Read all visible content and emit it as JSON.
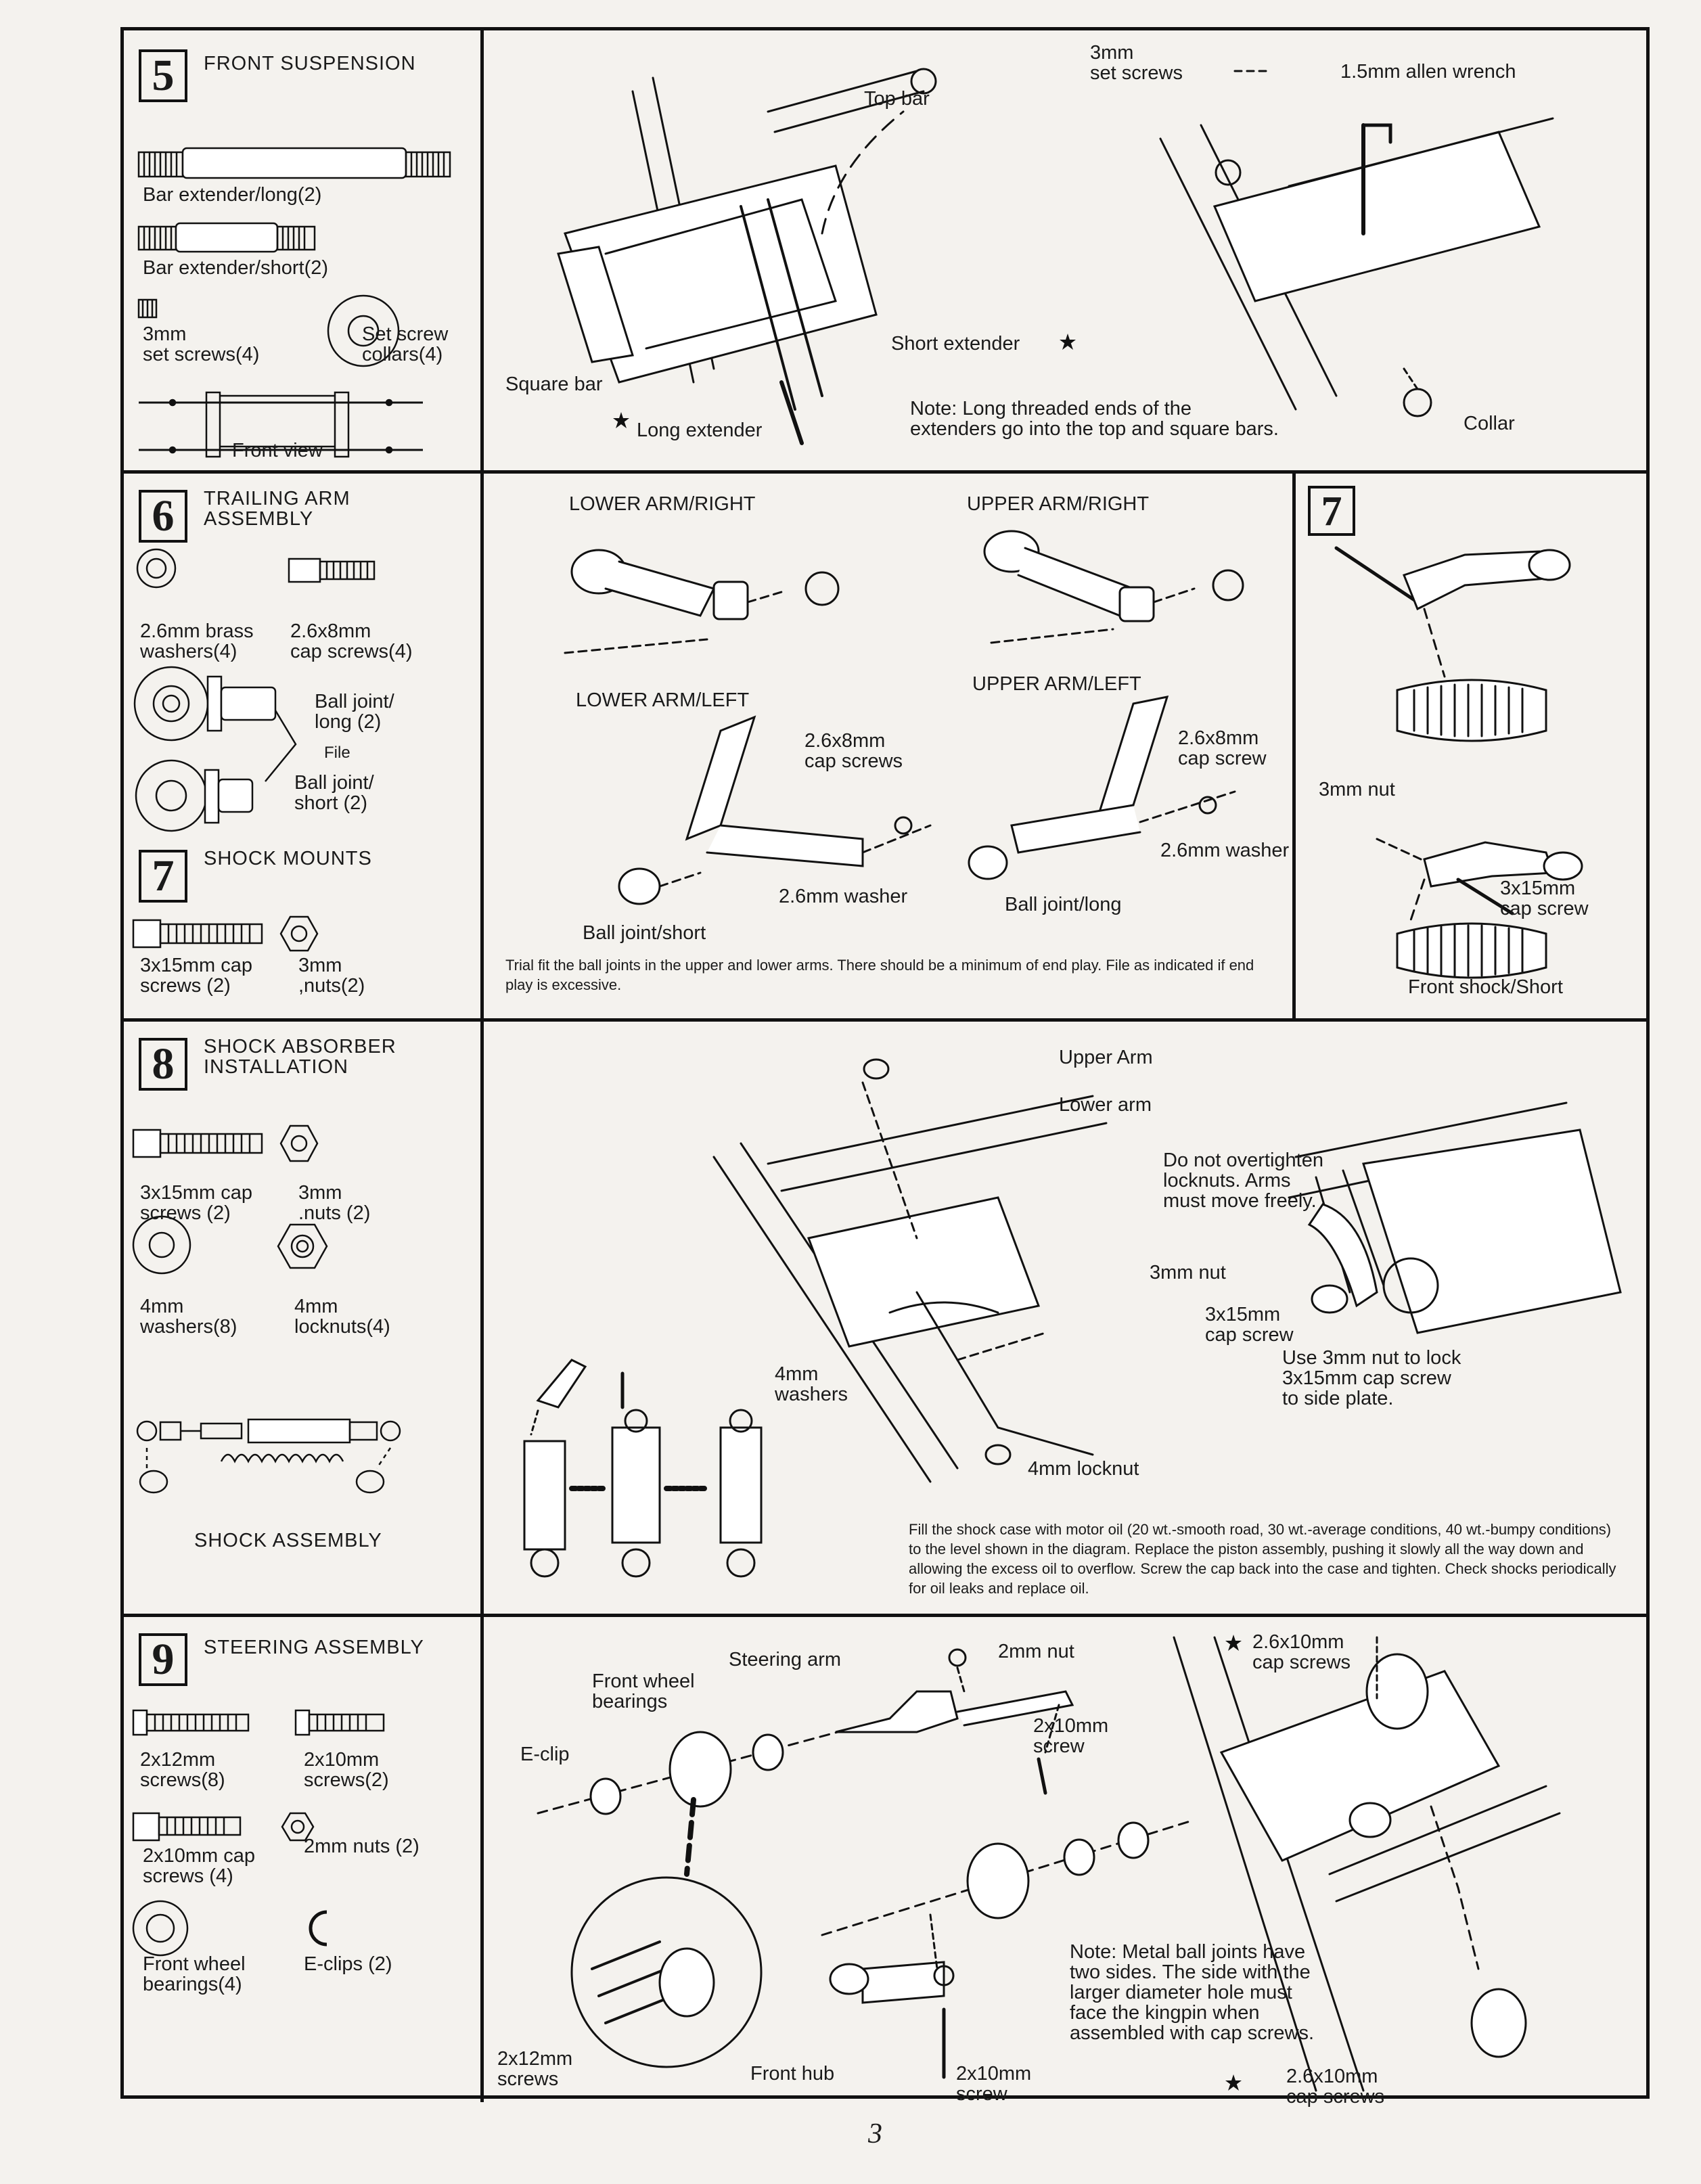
{
  "page_number": "3",
  "step5": {
    "number": "5",
    "title": "FRONT SUSPENSION",
    "parts": {
      "bar_long": "Bar extender/long(2)",
      "bar_short": "Bar extender/short(2)",
      "set_screws": "3mm\nset screws(4)",
      "collars": "Set screw\ncollars(4)",
      "front_view": "Front view"
    },
    "diagram": {
      "top_bar": "Top bar",
      "square_bar": "Square bar",
      "long_extender": "Long extender",
      "short_extender": "Short extender",
      "set_screws": "3mm\nset screws",
      "allen_wrench": "1.5mm allen wrench",
      "collar": "Collar",
      "note": "Note: Long threaded ends of the\nextenders go into the top and square bars."
    }
  },
  "step6": {
    "number": "6",
    "title": "TRAILING ARM\nASSEMBLY",
    "parts": {
      "brass_washers": "2.6mm brass\nwashers(4)",
      "cap_screws": "2.6x8mm\ncap screws(4)",
      "ball_long": "Ball joint/\nlong (2)",
      "file": "File",
      "ball_short": "Ball joint/\nshort (2)"
    },
    "diagram": {
      "lower_right": "LOWER ARM/RIGHT",
      "upper_right": "UPPER ARM/RIGHT",
      "lower_left": "LOWER ARM/LEFT",
      "upper_left": "UPPER ARM/LEFT",
      "cap_screws": "2.6x8mm\ncap screws",
      "cap_screw": "2.6x8mm\ncap screw",
      "washer_left": "2.6mm washer",
      "washer_right": "2.6mm washer",
      "ball_short": "Ball joint/short",
      "ball_long": "Ball joint/long",
      "note": "Trial fit the ball joints in the upper and lower arms. There should be a minimum of end play. File as indicated if end play is excessive."
    }
  },
  "step7": {
    "number": "7",
    "title": "SHOCK MOUNTS",
    "parts": {
      "cap_screws": "3x15mm cap\nscrews (2)",
      "nuts": "3mm\n,nuts(2)"
    },
    "diagram": {
      "number": "7",
      "nut": "3mm          nut",
      "cap_screw": "3x15mm\ncap screw",
      "front_shock": "Front shock/Short"
    }
  },
  "step8": {
    "number": "8",
    "title": "SHOCK ABSORBER\nINSTALLATION",
    "parts": {
      "cap_screws": "3x15mm cap\nscrews (2)",
      "nuts": "3mm\n.nuts (2)",
      "washers": "4mm\nwashers(8)",
      "locknuts": "4mm\nlocknuts(4)",
      "shock_assembly": "SHOCK ASSEMBLY"
    },
    "diagram": {
      "upper_arm": "Upper Arm",
      "lower_arm": "Lower arm",
      "nut": "3mm nut",
      "cap_screw": "3x15mm\ncap screw",
      "washers": "4mm\nwashers",
      "locknut": "4mm locknut",
      "overtighten": "Do not overtighten\nlocknuts. Arms\nmust move freely.",
      "use_nut": "Use 3mm nut to lock\n3x15mm cap screw\nto side plate.",
      "note": "Fill the shock case with motor oil (20 wt.-smooth road, 30 wt.-average conditions, 40 wt.-bumpy conditions) to the level shown in the diagram. Replace the piston assembly, pushing it slowly all the way down and allowing the excess oil to overflow. Screw the cap back into the case and tighten. Check shocks periodically for oil leaks and replace oil."
    }
  },
  "step9": {
    "number": "9",
    "title": "STEERING ASSEMBLY",
    "parts": {
      "screws_12": "2x12mm\nscrews(8)",
      "screws_10": "2x10mm\nscrews(2)",
      "cap_screws": "2x10mm cap\nscrews (4)",
      "nuts": "2mm nuts (2)",
      "bearings": "Front wheel\nbearings(4)",
      "eclips": "E-clips (2)"
    },
    "diagram": {
      "steering_arm": "Steering arm",
      "front_wheel_bearings": "Front wheel\nbearings",
      "eclip": "E-clip",
      "nut": "2mm nut",
      "screw_a": "2x10mm\nscrew",
      "screws_12": "2x12mm\nscrews",
      "front_hub": "Front hub",
      "screw_b": "2x10mm\nscrew",
      "cap_screws_top": "2.6x10mm\ncap screws",
      "cap_screws_bottom": "2.6x10mm\ncap screws",
      "note": "Note: Metal ball joints have\ntwo sides. The side with the\nlarger diameter hole must\nface the kingpin when\nassembled with cap screws."
    }
  }
}
